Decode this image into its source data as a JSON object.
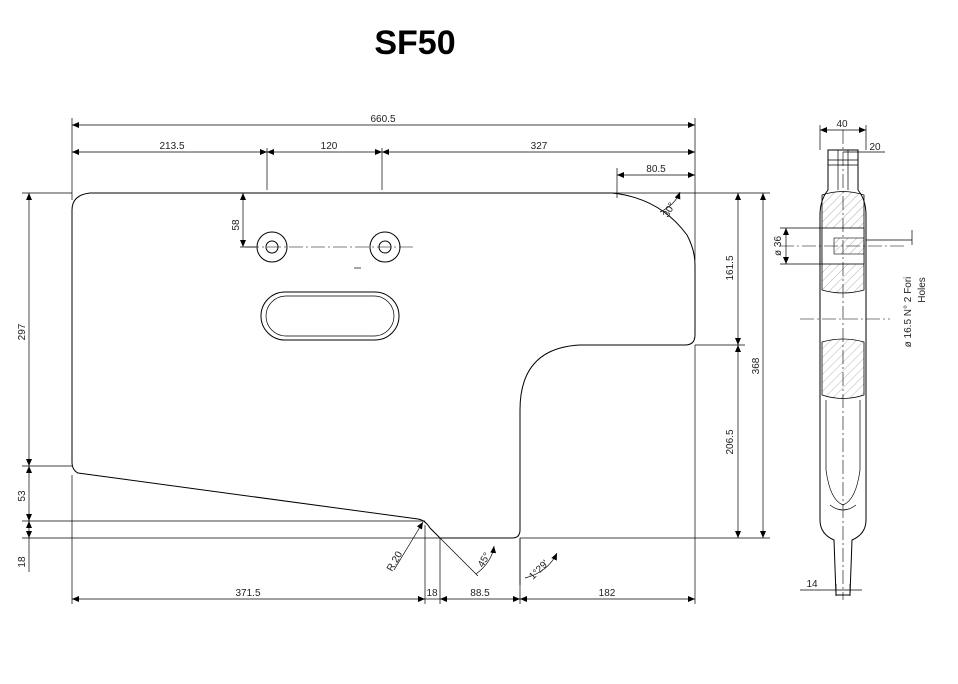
{
  "title": "SF50",
  "dimensions": {
    "overall_width": "660.5",
    "left_to_hole": "213.5",
    "hole_spacing": "120",
    "hole_to_right": "327",
    "top_right_step": "80.5",
    "chamfer_angle_top": "30°",
    "hole_offset": "58",
    "left_height": "297",
    "upper_right_height": "161.5",
    "total_height": "368",
    "lower_right_height": "206.5",
    "bottom_left_53": "53",
    "bottom_left_18": "18",
    "radius": "R.20",
    "angle_45": "45°",
    "angle_1_29": "1°29'",
    "bottom_371": "371.5",
    "bottom_18": "18",
    "bottom_88": "88.5",
    "bottom_182": "182"
  },
  "side_view": {
    "width_40": "40",
    "width_20": "20",
    "hole_dia": "ø 36",
    "holes_note": "ø 16.5 N° 2 Fori",
    "holes_note_en": "Holes",
    "bottom_14": "14"
  }
}
